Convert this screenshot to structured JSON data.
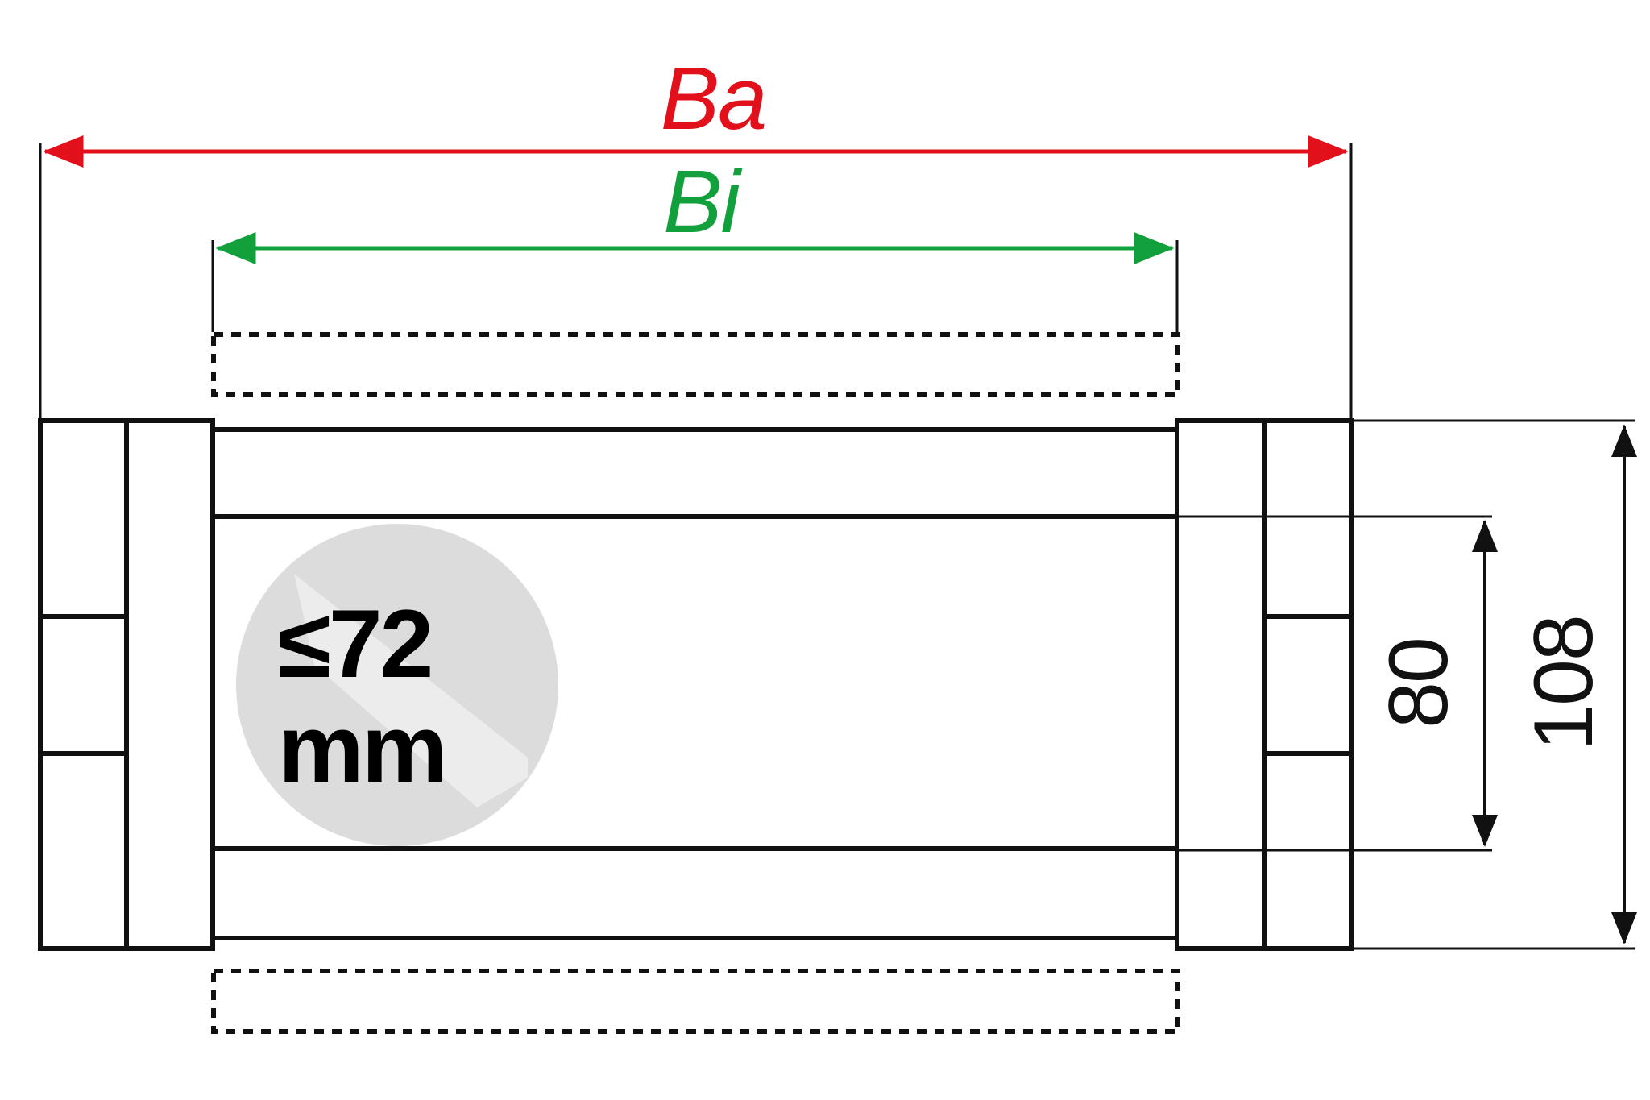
{
  "dimensions": {
    "outer_width": {
      "label": "Ba",
      "color": "#e2101a"
    },
    "inner_width": {
      "label": "Bi",
      "color": "#12a03c"
    },
    "inner_height": {
      "label": "80"
    },
    "outer_height": {
      "label": "108"
    }
  },
  "badge": {
    "line1": "≤72",
    "line2": "mm",
    "fill_color": "#dcdcdc"
  },
  "line_color": "#111111"
}
